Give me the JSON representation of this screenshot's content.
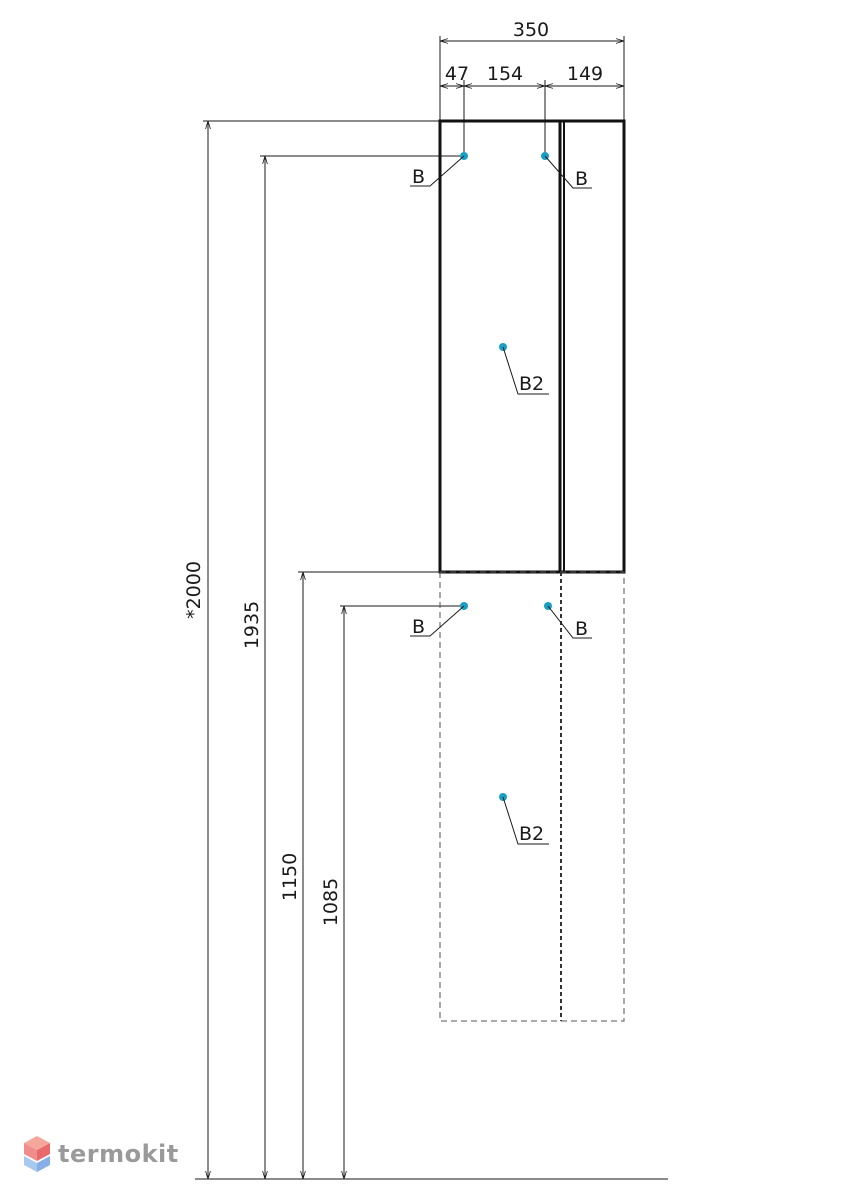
{
  "dimensions": {
    "total_width": "350",
    "left_offset": "47",
    "hole_spacing": "154",
    "right_part": "149",
    "total_height": "*2000",
    "upper_hole_height": "1935",
    "lower_edge_height": "1150",
    "lower_hole_height": "1085"
  },
  "labels": {
    "hole": "B",
    "center": "B2"
  },
  "colors": {
    "hole_marker": "#1a9fc4",
    "line": "#1a1a1a"
  },
  "watermark": {
    "text": "termokit",
    "icon": "cube-logo-icon"
  }
}
